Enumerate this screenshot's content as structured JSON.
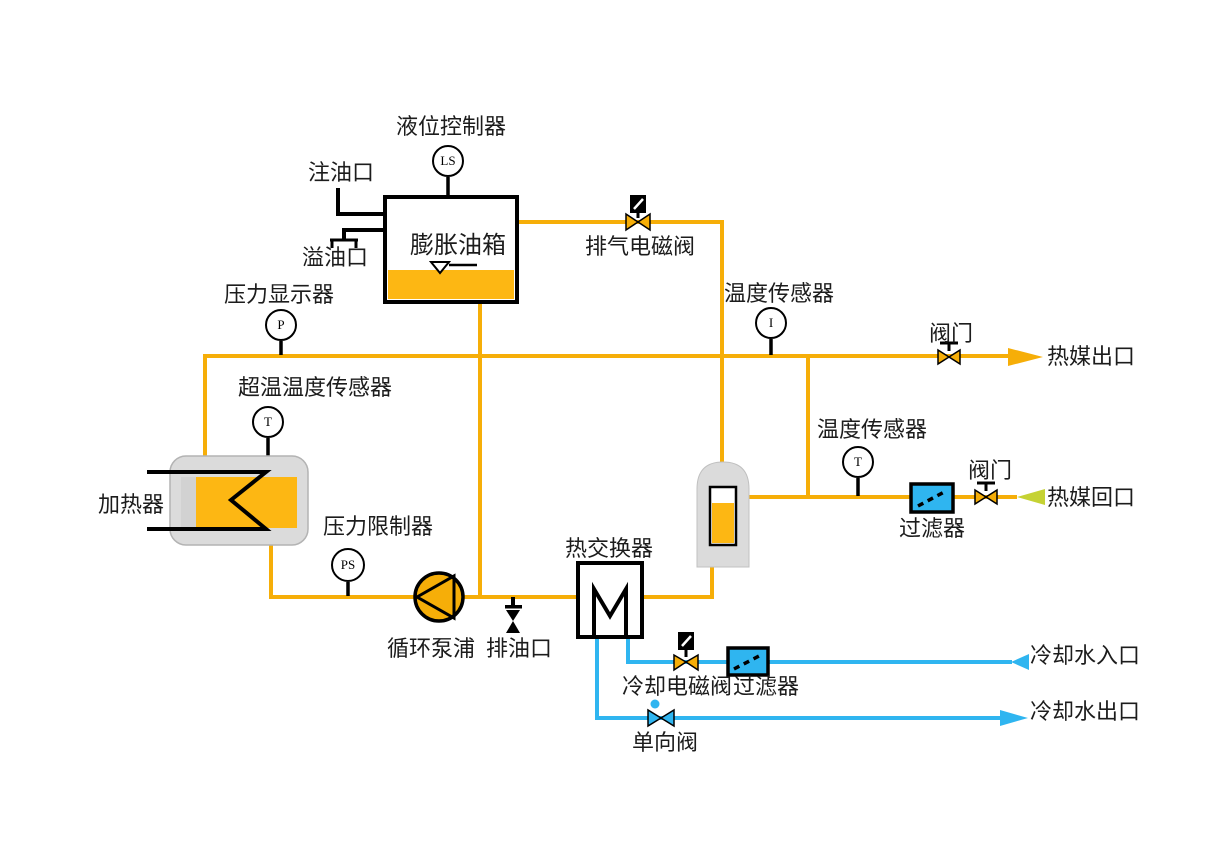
{
  "colors": {
    "oil": "#F6AE08",
    "water": "#2FB5F0",
    "tank_fill": "#FDB713",
    "equipment_gray": "#DBDBDB",
    "return_arrow": "#C5D234",
    "line_black": "#000000"
  },
  "instruments": {
    "level_switch": "LS",
    "pressure_display": "P",
    "temp_indicator": "I",
    "overtemp_sensor": "T",
    "pressure_switch": "PS",
    "return_temp_sensor": "T"
  },
  "labels": {
    "level_controller": "液位控制器",
    "oil_fill_port": "注油口",
    "expansion_tank": "膨胀油箱",
    "oil_overflow_port": "溢油口",
    "vent_solenoid_valve": "排气电磁阀",
    "pressure_display": "压力显示器",
    "temp_sensor_top": "温度传感器",
    "valve_top": "阀门",
    "hot_medium_outlet": "热媒出口",
    "overtemp_sensor": "超温温度传感器",
    "heater": "加热器",
    "pressure_limiter": "压力限制器",
    "temp_sensor_right": "温度传感器",
    "valve_right": "阀门",
    "hot_medium_return": "热媒回口",
    "filter_right": "过滤器",
    "heat_exchanger": "热交换器",
    "circulation_pump": "循环泵浦",
    "oil_drain_port": "排油口",
    "cooling_solenoid_valve": "冷却电磁阀",
    "filter_bottom": "过滤器",
    "cooling_water_inlet": "冷却水入口",
    "check_valve": "单向阀",
    "cooling_water_outlet": "冷却水出口"
  }
}
